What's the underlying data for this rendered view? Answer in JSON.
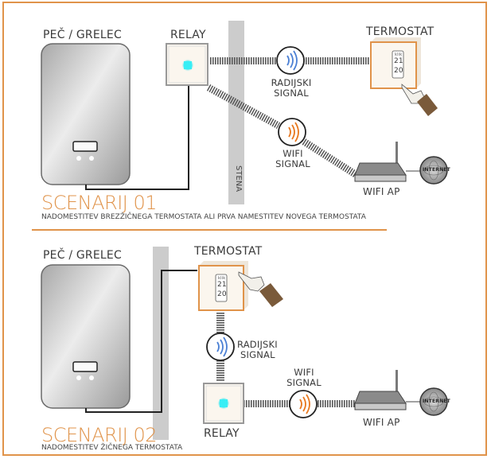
{
  "colors": {
    "accent": "#e0934a",
    "radio_signal": "#4a7fd4",
    "wifi_signal": "#e8781e",
    "led": "#3ff0f5",
    "wall": "#cccccc",
    "sleeve": "#7a5a3a"
  },
  "scenario_01": {
    "title": "SCENARIJ 01",
    "subtitle": "NADOMESTITEV BREZŽIČNEGA TERMOSTATA ALI PRVA NAMESTITEV NOVEGA TERMOSTATA",
    "boiler_label": "PEČ / GRELEC",
    "relay_label": "RELAY",
    "wall_label": "STENA",
    "thermostat_label": "TERMOSTAT",
    "radio_signal_label": [
      "RADIJSKI",
      "SIGNAL"
    ],
    "wifi_signal_label": [
      "WIFI",
      "SIGNAL"
    ],
    "wifi_ap_label": "WIFI AP",
    "internet_label": "INTERNET",
    "thermostat_display": {
      "click": "klik",
      "upper": "21",
      "lower": "20"
    }
  },
  "scenario_02": {
    "title": "SCENARIJ 02",
    "subtitle": "NADOMESTITEV ŽIČNEGA TERMOSTATA",
    "boiler_label": "PEČ / GRELEC",
    "relay_label": "RELAY",
    "thermostat_label": "TERMOSTAT",
    "radio_signal_label": [
      "RADIJSKI",
      "SIGNAL"
    ],
    "wifi_signal_label": [
      "WIFI",
      "SIGNAL"
    ],
    "wifi_ap_label": "WIFI AP",
    "internet_label": "INTERNET",
    "thermostat_display": {
      "click": "klik",
      "upper": "21",
      "lower": "20"
    }
  }
}
